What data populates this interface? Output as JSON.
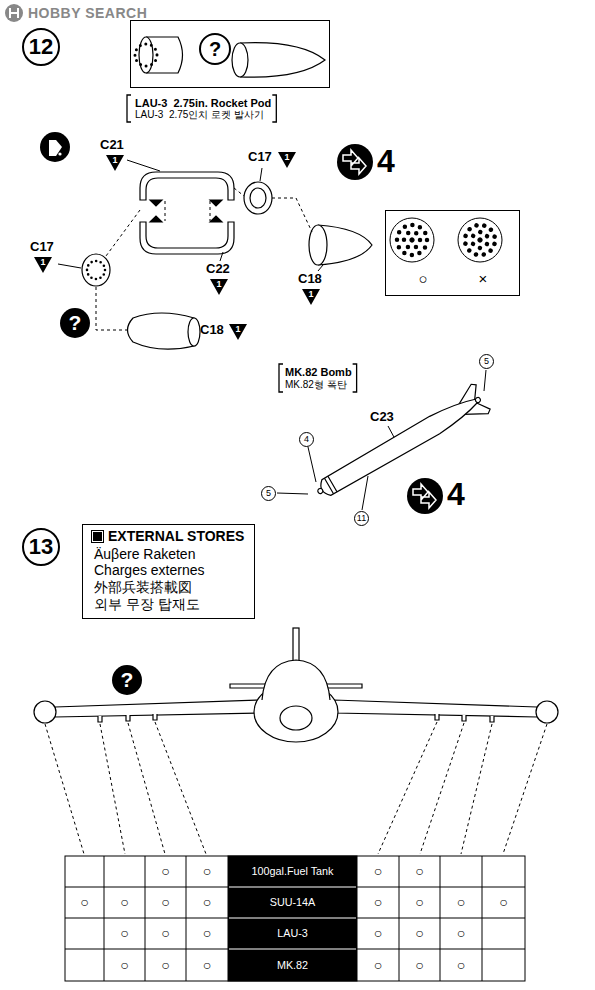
{
  "diagram": {
    "nodes": [
      {
        "text": [
          "12"
        ]
      },
      {
        "text": [
          "?"
        ]
      },
      {
        "text": [
          "13"
        ]
      },
      {
        "text": [
          "EXTERNAL STORES",
          "Äuβere Raketen",
          "Charges externes",
          "外部兵装搭載図",
          "외부 무장 탑재도"
        ]
      },
      {
        "text": [
          "○",
          "×"
        ]
      }
    ],
    "labels": [
      "HOBBY SEARCH",
      "LAU-3  2.75in. Rocket Pod",
      "LAU-3  2.75인치 로켓 발사기",
      "C21",
      "1",
      "C17",
      "1",
      "4",
      "C17",
      "1",
      "C22",
      "1",
      "C18",
      "1",
      "?",
      "C18",
      "1",
      "MK.82 Bomb",
      "MK.82형 폭탄",
      "5",
      "C23",
      "4",
      "5",
      "11",
      "4",
      "?",
      "○",
      "○",
      "100gal.Fuel Tank",
      "○",
      "○",
      "○",
      "○",
      "○",
      "○",
      "SUU-14A",
      "○",
      "○",
      "○",
      "○",
      "○",
      "○",
      "○",
      "LAU-3",
      "○",
      "○",
      "○",
      "○",
      "○",
      "○",
      "MK.82",
      "○",
      "○",
      "○"
    ]
  }
}
